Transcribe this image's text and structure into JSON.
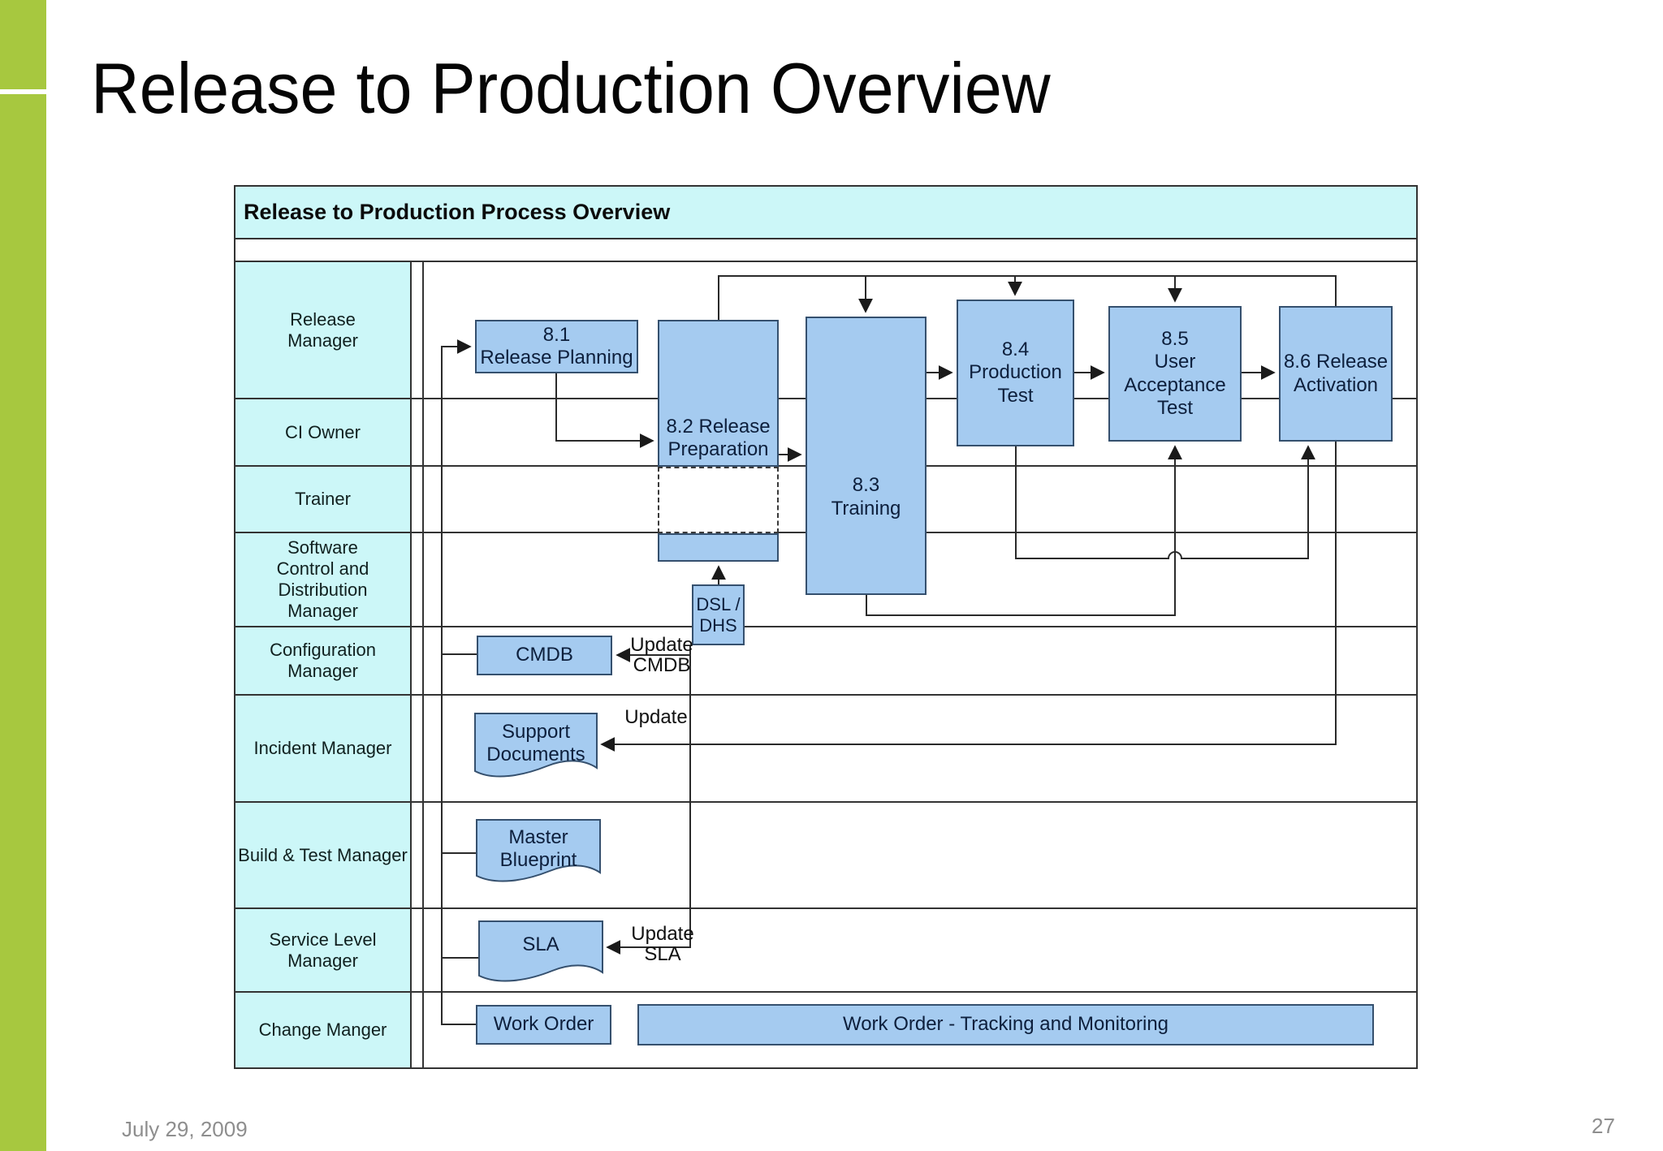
{
  "slide": {
    "title": "Release to Production Overview",
    "footer": {
      "date": "July 29, 2009",
      "page_number": "27"
    }
  },
  "diagram": {
    "header": "Release to Production Process Overview",
    "lanes": [
      {
        "label": "Release\nManager"
      },
      {
        "label": "CI Owner"
      },
      {
        "label": "Trainer"
      },
      {
        "label": "Software\nControl and\nDistribution\nManager"
      },
      {
        "label": "Configuration\nManager"
      },
      {
        "label": "Incident Manager"
      },
      {
        "label": "Build & Test Manager"
      },
      {
        "label": "Service Level\nManager"
      },
      {
        "label": "Change Manger"
      }
    ],
    "process_boxes": {
      "p81": "8.1\nRelease Planning",
      "p82": "8.2 Release\nPreparation",
      "p83": "8.3\nTraining",
      "p84": "8.4\nProduction\nTest",
      "p85": "8.5\nUser\nAcceptance\nTest",
      "p86": "8.6 Release\nActivation"
    },
    "artifacts": {
      "dsl_dhs": "DSL /\nDHS",
      "cmdb": "CMDB",
      "support_documents": "Support\nDocuments",
      "master_blueprint": "Master\nBlueprint",
      "sla": "SLA",
      "work_order": "Work Order",
      "work_order_tracking": "Work Order - Tracking and Monitoring"
    },
    "annotations": {
      "update_cmdb": "Update\nCMDB",
      "update": "Update",
      "update_sla": "Update\nSLA"
    },
    "colors": {
      "lane_fill": "#ccf7f8",
      "box_fill": "#a5cbf0",
      "accent_green": "#a7c83f",
      "table_border": "#333333",
      "box_border": "#35506e"
    }
  }
}
